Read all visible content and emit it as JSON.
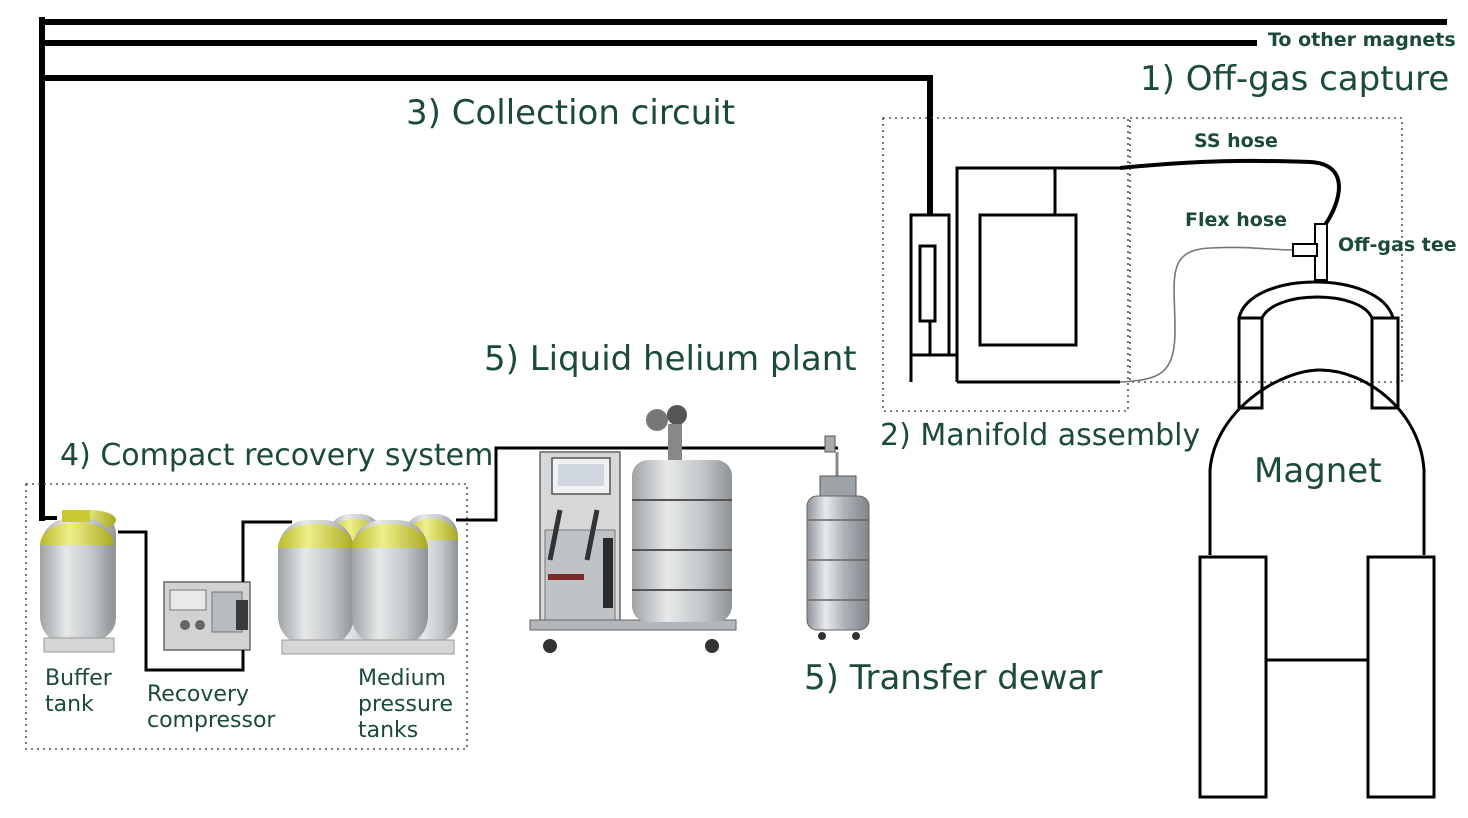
{
  "labels": {
    "other_magnets": "To other magnets",
    "off_gas_capture": "1) Off-gas capture",
    "collection_circuit": "3) Collection circuit",
    "ss_hose": "SS hose",
    "flex_hose": "Flex hose",
    "off_gas_tee": "Off-gas tee",
    "liquid_helium_plant": "5) Liquid helium plant",
    "manifold_assembly": "2) Manifold assembly",
    "compact_recovery": "4) Compact recovery system",
    "magnet": "Magnet",
    "transfer_dewar": "5) Transfer dewar"
  },
  "equipment": {
    "buffer_tank": [
      "Buffer",
      "tank"
    ],
    "recovery_compressor": [
      "Recovery",
      "compressor"
    ],
    "medium_pressure_tanks": [
      "Medium",
      "pressure",
      "tanks"
    ]
  },
  "colors": {
    "label_text": "#1c4a3a",
    "pipe": "#000000",
    "tank_top": "#d9dc3a",
    "tank_body": "#c9cbcc",
    "dewar": "#bfc3c7"
  }
}
